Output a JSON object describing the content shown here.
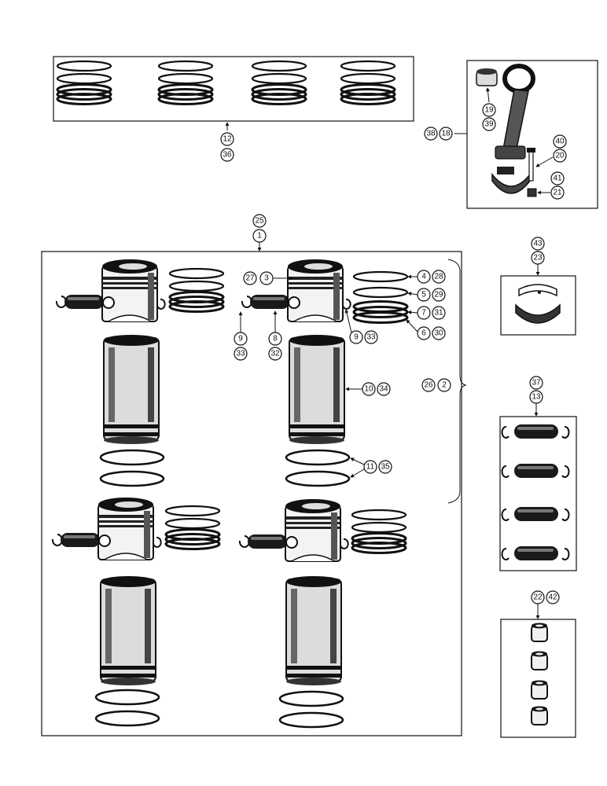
{
  "callouts": {
    "c12": "12",
    "c36": "36",
    "c38": "38",
    "c18": "18",
    "c19": "19",
    "c39": "39",
    "c40": "40",
    "c20": "20",
    "c41": "41",
    "c21": "21",
    "c25": "25",
    "c1": "1",
    "c27": "27",
    "c3": "3",
    "c4": "4",
    "c28": "28",
    "c5": "5",
    "c29": "29",
    "c7": "7",
    "c31": "31",
    "c6": "6",
    "c30": "30",
    "c9a": "9",
    "c33a": "33",
    "c8": "8",
    "c32": "32",
    "c9b": "9",
    "c33b": "33",
    "c10": "10",
    "c34": "34",
    "c26": "26",
    "c2": "2",
    "c11": "11",
    "c35": "35",
    "c43": "43",
    "c23": "23",
    "c37": "37",
    "c13": "13",
    "c22": "22",
    "c42": "42"
  }
}
